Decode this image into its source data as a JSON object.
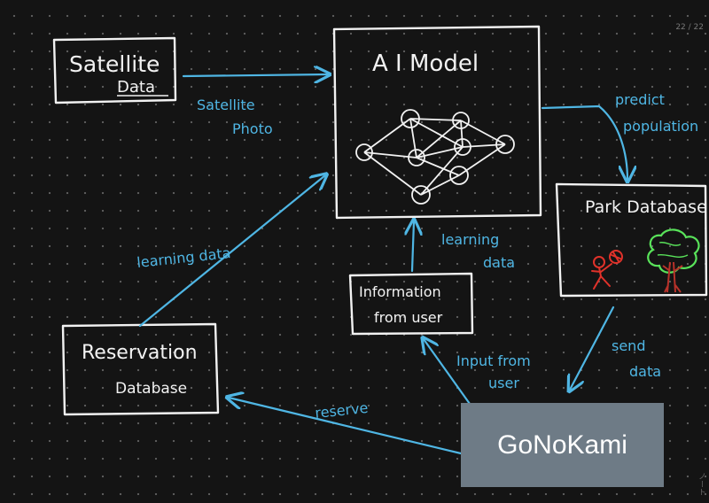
{
  "page_indicator": "22 / 22",
  "side_label": "ノート",
  "nodes": {
    "satellite": {
      "line1": "Satellite",
      "line2": "Data"
    },
    "ai_model": {
      "title": "A I  Model"
    },
    "park_db": {
      "title": "Park  Database"
    },
    "info_user": {
      "line1": "Information",
      "line2": "from user"
    },
    "reservation": {
      "line1": "Reservation",
      "line2": "Database"
    }
  },
  "edges": {
    "satellite_photo": {
      "line1": "Satellite",
      "line2": "Photo"
    },
    "predict_population": {
      "line1": "predict",
      "line2": "population"
    },
    "learning_data_left": {
      "label": "learning  data"
    },
    "learning_data_right": {
      "line1": "learning",
      "line2": "data"
    },
    "send_data": {
      "line1": "send",
      "line2": "data"
    },
    "input_from_user": {
      "line1": "Input from",
      "line2": "user"
    },
    "reserve": {
      "label": "reserve"
    }
  },
  "brand": {
    "label": "GoNoKami"
  },
  "colors": {
    "background": "#141414",
    "ink": "#f2f2f2",
    "arrow": "#4fb6e4",
    "overlay": "#6e7b86",
    "figure_red": "#e0322a",
    "tree_green": "#59e35a"
  }
}
